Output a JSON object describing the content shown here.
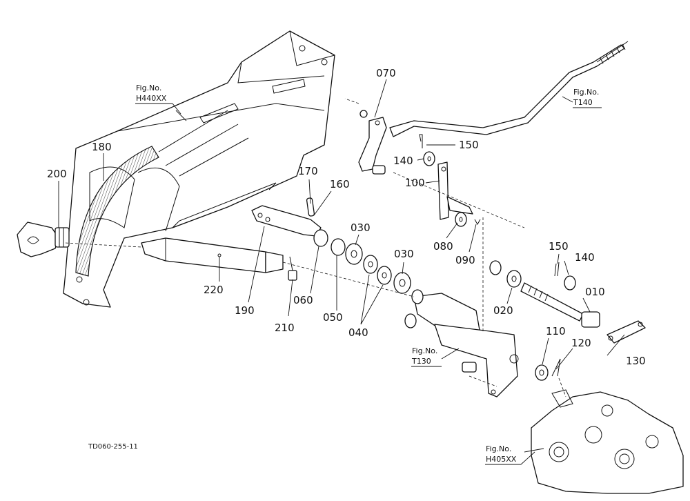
{
  "parts": {
    "p010": "010",
    "p020": "020",
    "p030a": "030",
    "p030b": "030",
    "p040": "040",
    "p050": "050",
    "p060": "060",
    "p070": "070",
    "p080": "080",
    "p090": "090",
    "p100": "100",
    "p110": "110",
    "p120": "120",
    "p130": "130",
    "p140a": "140",
    "p140b": "140",
    "p150a": "150",
    "p150b": "150",
    "p160": "160",
    "p170": "170",
    "p180": "180",
    "p190": "190",
    "p200": "200",
    "p210": "210",
    "p220": "220"
  },
  "fig_refs": {
    "h440": {
      "label": "Fig.No.",
      "code": "H440XX"
    },
    "t140": {
      "label": "Fig.No.",
      "code": "T140"
    },
    "t130": {
      "label": "Fig.No.",
      "code": "T130"
    },
    "h405": {
      "label": "Fig.No.",
      "code": "H405XX"
    }
  },
  "drawing_code": "TD060-255-11"
}
